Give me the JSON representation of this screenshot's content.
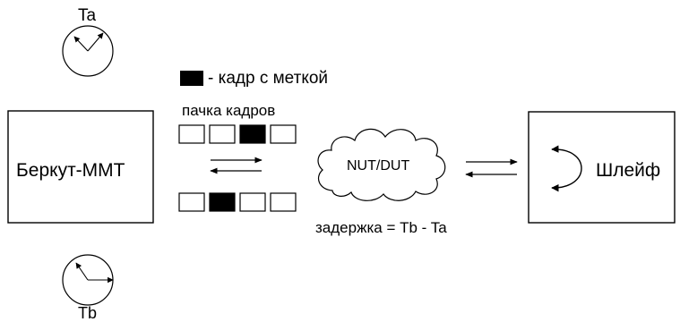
{
  "clock_top": {
    "label": "Ta"
  },
  "clock_bottom": {
    "label": "Tb"
  },
  "legend": {
    "text": "- кадр с меткой",
    "marker_color": "#000000"
  },
  "burst": {
    "label": "пачка кадров"
  },
  "device": {
    "label": "Беркут-ММТ"
  },
  "network": {
    "label": "NUT/DUT"
  },
  "loopback": {
    "label": "Шлейф"
  },
  "delay": {
    "text": "задержка = Tb - Ta"
  },
  "frames": {
    "top_row": [
      false,
      false,
      true,
      false
    ],
    "bottom_row": [
      false,
      true,
      false,
      false
    ]
  }
}
